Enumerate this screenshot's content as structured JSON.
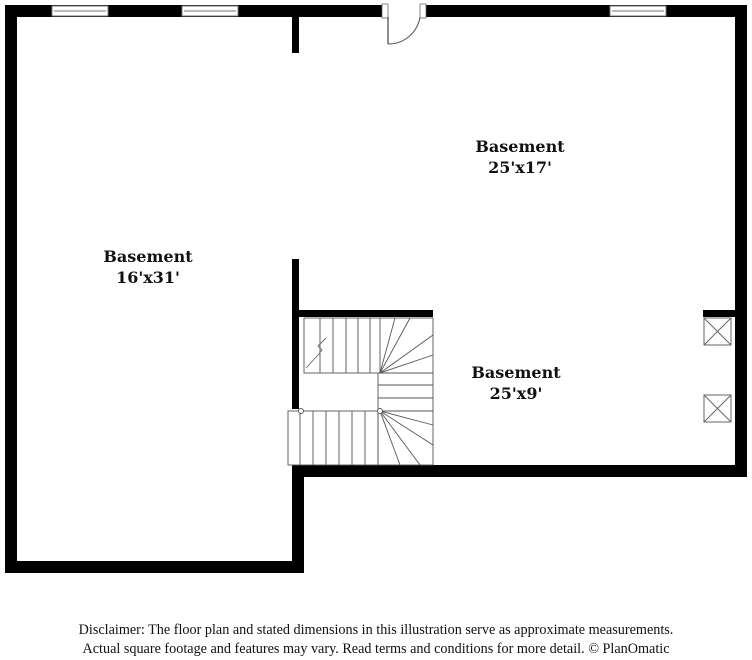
{
  "rooms": [
    {
      "name": "Basement",
      "dims": "25'x17'"
    },
    {
      "name": "Basement",
      "dims": "16'x31'"
    },
    {
      "name": "Basement",
      "dims": "25'x9'"
    }
  ],
  "disclaimer": {
    "line1": "Disclaimer: The floor plan and stated dimensions in this illustration serve as approximate measurements.",
    "line2": "Actual square footage and features may vary. Read terms and conditions for more detail. © PlanOmatic"
  }
}
